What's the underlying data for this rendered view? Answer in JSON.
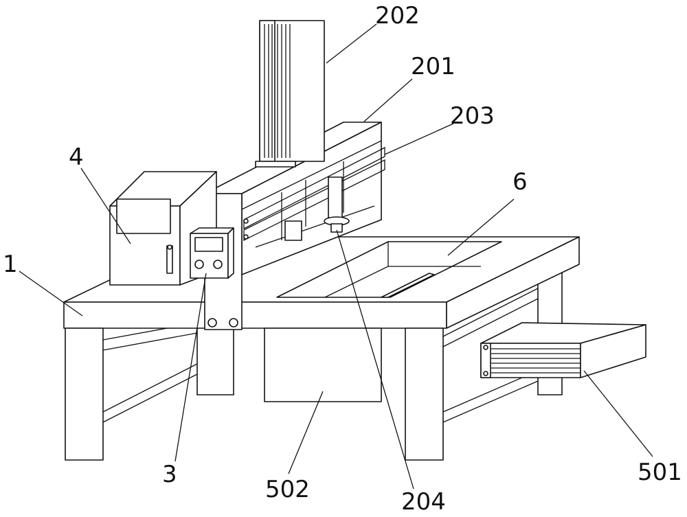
{
  "figure": {
    "labels": {
      "l202": "202",
      "l201": "201",
      "l203": "203",
      "l4": "4",
      "l6": "6",
      "l1": "1",
      "l3": "3",
      "l502": "502",
      "l204": "204",
      "l501": "501"
    }
  }
}
